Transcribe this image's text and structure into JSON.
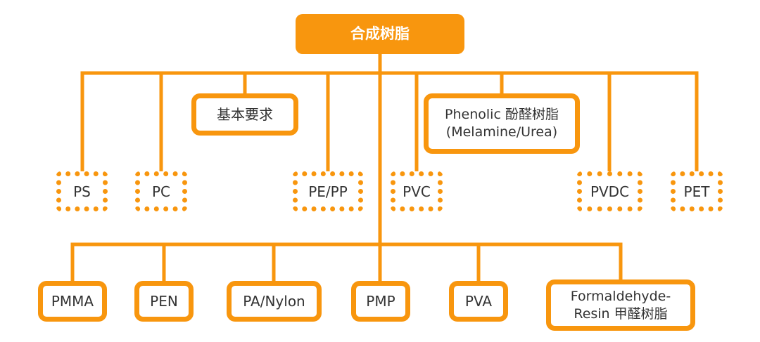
{
  "root": {
    "label": "合成树脂"
  },
  "group_top": {
    "solid": [
      {
        "id": "basic",
        "label": "基本要求"
      },
      {
        "id": "phenolic",
        "line1": "Phenolic 酚醛树脂",
        "line2": "(Melamine/Urea)"
      }
    ],
    "dashed": [
      {
        "id": "ps",
        "label": "PS"
      },
      {
        "id": "pc",
        "label": "PC"
      },
      {
        "id": "pepp",
        "label": "PE/PP"
      },
      {
        "id": "pvc",
        "label": "PVC"
      },
      {
        "id": "pvdc",
        "label": "PVDC"
      },
      {
        "id": "pet",
        "label": "PET"
      }
    ]
  },
  "group_bottom": [
    {
      "id": "pmma",
      "label": "PMMA"
    },
    {
      "id": "pen",
      "label": "PEN"
    },
    {
      "id": "panylon",
      "label": "PA/Nylon"
    },
    {
      "id": "pmp",
      "label": "PMP"
    },
    {
      "id": "pva",
      "label": "PVA"
    },
    {
      "id": "formaldehyde",
      "line1": "Formaldehyde-",
      "line2": "Resin 甲醛树脂"
    }
  ],
  "colors": {
    "accent": "#f8960e",
    "text": "#333333",
    "root_text": "#ffffff"
  }
}
